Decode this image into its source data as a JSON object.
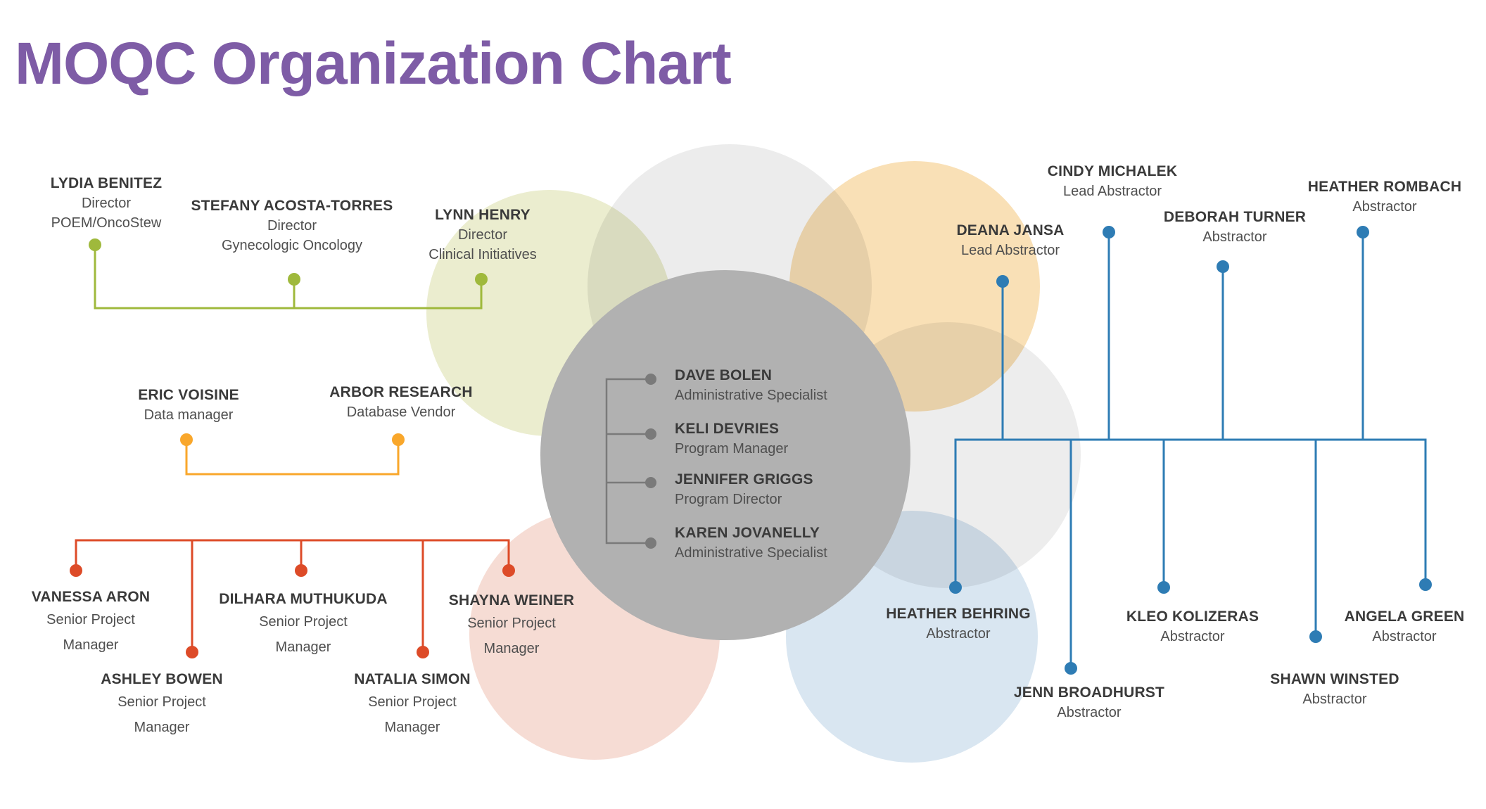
{
  "title": "MOQC Organization Chart",
  "colors": {
    "title": "#7e5ca6",
    "directors": "#9fb93c",
    "vendors": "#f9a72b",
    "managers": "#dd4b28",
    "abstractors": "#2e7cb4",
    "central": "#7a7a7a"
  },
  "groups": {
    "directors": {
      "members": [
        {
          "name": "LYDIA BENITEZ",
          "role1": "Director",
          "role2": "POEM/OncoStew"
        },
        {
          "name": "STEFANY ACOSTA-TORRES",
          "role1": "Director",
          "role2": "Gynecologic Oncology"
        },
        {
          "name": "LYNN HENRY",
          "role1": "Director",
          "role2": "Clinical Initiatives"
        }
      ]
    },
    "vendors": {
      "members": [
        {
          "name": "ERIC VOISINE",
          "role1": "Data manager"
        },
        {
          "name": "ARBOR RESEARCH",
          "role1": "Database Vendor"
        }
      ]
    },
    "managers": {
      "members": [
        {
          "name": "VANESSA ARON",
          "role1": "Senior Project",
          "role2": "Manager"
        },
        {
          "name": "ASHLEY BOWEN",
          "role1": "Senior Project",
          "role2": "Manager"
        },
        {
          "name": "DILHARA MUTHUKUDA",
          "role1": "Senior Project",
          "role2": "Manager"
        },
        {
          "name": "NATALIA SIMON",
          "role1": "Senior Project",
          "role2": "Manager"
        },
        {
          "name": "SHAYNA WEINER",
          "role1": "Senior Project",
          "role2": "Manager"
        }
      ]
    },
    "abstractors": {
      "members": [
        {
          "name": "DEANA JANSA",
          "role1": "Lead Abstractor"
        },
        {
          "name": "CINDY MICHALEK",
          "role1": "Lead Abstractor"
        },
        {
          "name": "DEBORAH TURNER",
          "role1": "Abstractor"
        },
        {
          "name": "HEATHER ROMBACH",
          "role1": "Abstractor"
        },
        {
          "name": "HEATHER BEHRING",
          "role1": "Abstractor"
        },
        {
          "name": "JENN BROADHURST",
          "role1": "Abstractor"
        },
        {
          "name": "KLEO KOLIZERAS",
          "role1": "Abstractor"
        },
        {
          "name": "SHAWN WINSTED",
          "role1": "Abstractor"
        },
        {
          "name": "ANGELA GREEN",
          "role1": "Abstractor"
        }
      ]
    },
    "central": {
      "members": [
        {
          "name": "DAVE BOLEN",
          "role1": "Administrative Specialist"
        },
        {
          "name": "KELI DEVRIES",
          "role1": "Program Manager"
        },
        {
          "name": "JENNIFER GRIGGS",
          "role1": "Program Director"
        },
        {
          "name": "KAREN JOVANELLY",
          "role1": "Administrative Specialist"
        }
      ]
    }
  }
}
